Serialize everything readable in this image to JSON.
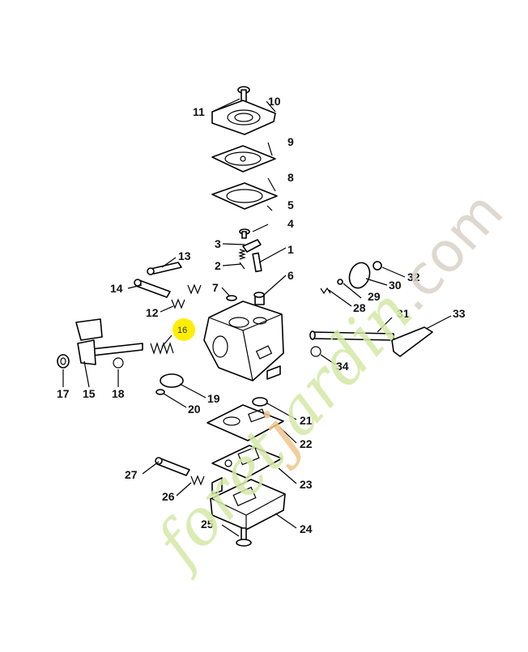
{
  "callouts": [
    {
      "id": "1",
      "label": "1"
    },
    {
      "id": "2",
      "label": "2"
    },
    {
      "id": "3",
      "label": "3"
    },
    {
      "id": "4",
      "label": "4"
    },
    {
      "id": "5",
      "label": "5"
    },
    {
      "id": "6",
      "label": "6"
    },
    {
      "id": "7",
      "label": "7"
    },
    {
      "id": "8",
      "label": "8"
    },
    {
      "id": "9",
      "label": "9"
    },
    {
      "id": "10",
      "label": "10"
    },
    {
      "id": "11",
      "label": "11"
    },
    {
      "id": "12",
      "label": "12"
    },
    {
      "id": "13",
      "label": "13"
    },
    {
      "id": "14",
      "label": "14"
    },
    {
      "id": "15",
      "label": "15"
    },
    {
      "id": "16",
      "label": "16"
    },
    {
      "id": "17",
      "label": "17"
    },
    {
      "id": "18",
      "label": "18"
    },
    {
      "id": "19",
      "label": "19"
    },
    {
      "id": "20",
      "label": "20"
    },
    {
      "id": "21",
      "label": "21"
    },
    {
      "id": "22",
      "label": "22"
    },
    {
      "id": "23",
      "label": "23"
    },
    {
      "id": "24",
      "label": "24"
    },
    {
      "id": "25",
      "label": "25"
    },
    {
      "id": "26",
      "label": "26"
    },
    {
      "id": "27",
      "label": "27"
    },
    {
      "id": "28",
      "label": "28"
    },
    {
      "id": "29",
      "label": "29"
    },
    {
      "id": "30",
      "label": "30"
    },
    {
      "id": "31",
      "label": "31"
    },
    {
      "id": "32",
      "label": "32"
    },
    {
      "id": "33",
      "label": "33"
    },
    {
      "id": "34",
      "label": "34"
    }
  ],
  "highlight": {
    "label": "16",
    "color": "#ffee00"
  },
  "watermark": {
    "text_green": "foret",
    "text_orange": "j",
    "text_green2": "ardin",
    "text_gray": ".com",
    "color_green": "#d4e9a6",
    "color_orange": "#f2c58a",
    "color_gray": "#d9d2c8"
  }
}
